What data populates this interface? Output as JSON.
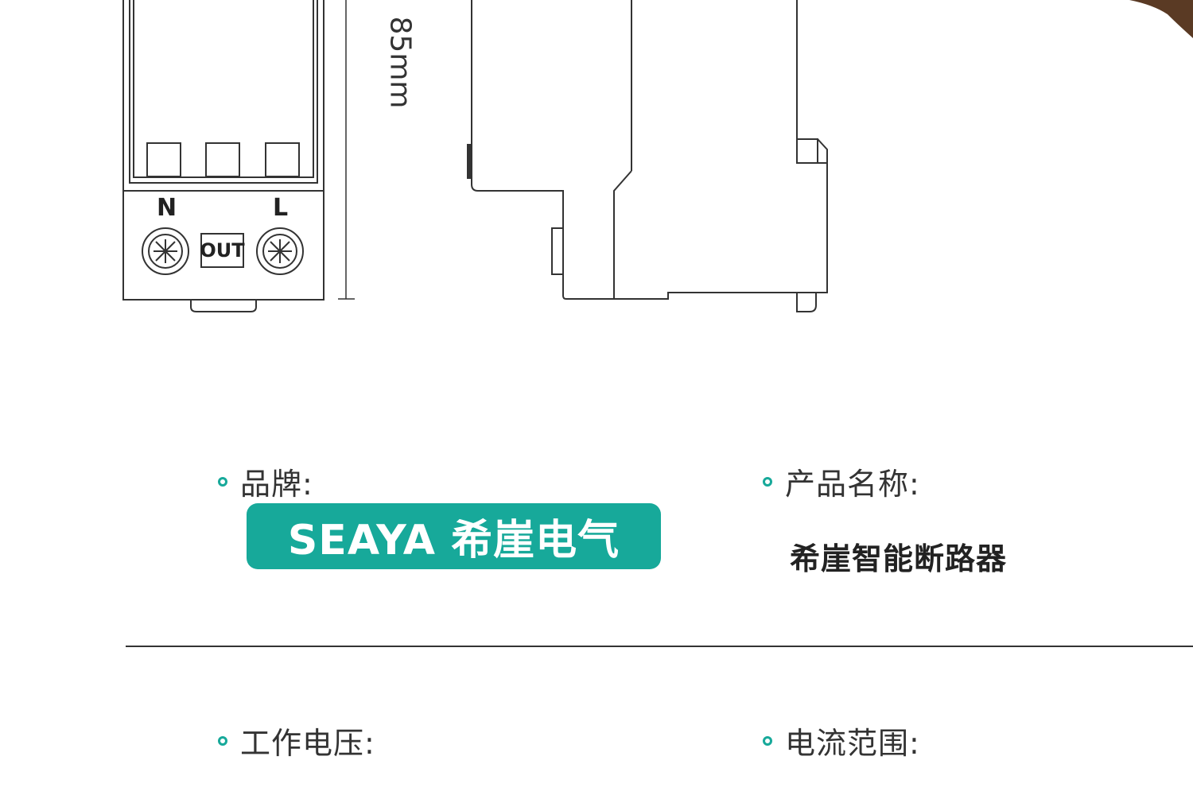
{
  "drawing": {
    "dimension_label": "85mm",
    "terminal_left": "N",
    "terminal_right": "L",
    "output_label": "OUT"
  },
  "specs": {
    "brand_label": "品牌:",
    "brand_badge_text": "SEAYA 希崖电气",
    "product_name_label": "产品名称:",
    "product_name_value": "希崖智能断路器",
    "voltage_label": "工作电压:",
    "current_label": "电流范围:"
  },
  "colors": {
    "accent": "#17a99a",
    "line": "#333333"
  }
}
